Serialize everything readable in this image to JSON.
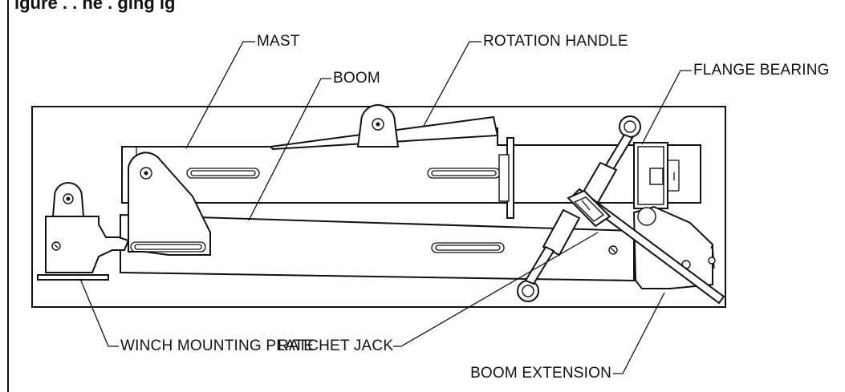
{
  "figure": {
    "title": "igure  .  .  ne  . ging  ig",
    "labels": {
      "mast": "MAST",
      "rotation_handle": "ROTATION HANDLE",
      "boom": "BOOM",
      "flange_bearing": "FLANGE BEARING",
      "winch_mounting_plate": "WINCH MOUNTING PLATE",
      "ratchet_jack": "RATCHET JACK",
      "boom_extension": "BOOM EXTENSION"
    }
  }
}
